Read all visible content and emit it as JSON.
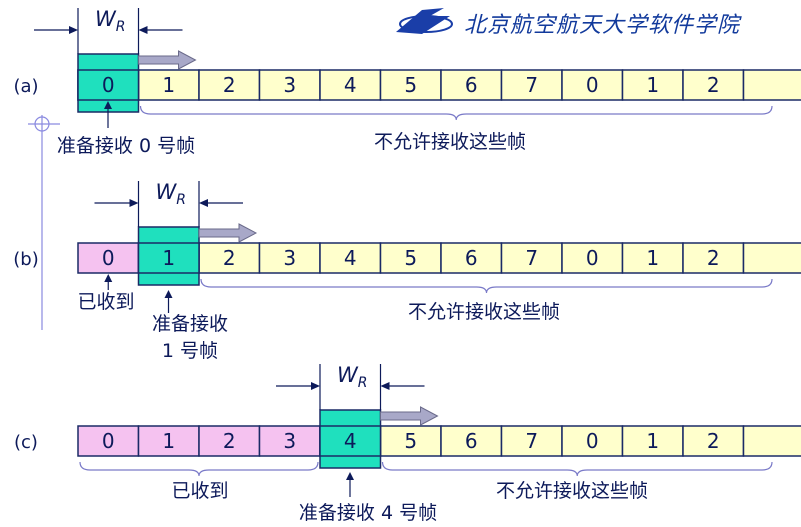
{
  "header": {
    "title": "北京航空航天大学软件学院",
    "logo_icon": "buaa-logo-icon"
  },
  "colors": {
    "received": "#f5c2f0",
    "current": "#1fe0be",
    "not_allowed": "#ffffcc",
    "border": "#1a2a66",
    "text": "#0d1a5a",
    "arrow": "#a8a8c8",
    "guide": "#8a8ae0"
  },
  "window_label": {
    "main": "W",
    "sub": "R"
  },
  "rows": [
    {
      "label": "(a)",
      "frames": [
        "0",
        "1",
        "2",
        "3",
        "4",
        "5",
        "6",
        "7",
        "0",
        "1",
        "2"
      ],
      "received_count": 0,
      "current_index": 0,
      "caption_received": "",
      "caption_current": "准备接收 0 号帧",
      "caption_not_allowed": "不允许接收这些帧"
    },
    {
      "label": "(b)",
      "frames": [
        "0",
        "1",
        "2",
        "3",
        "4",
        "5",
        "6",
        "7",
        "0",
        "1",
        "2"
      ],
      "received_count": 1,
      "current_index": 1,
      "caption_received": "已收到",
      "caption_current_line1": "准备接收",
      "caption_current_line2": "1 号帧",
      "caption_not_allowed": "不允许接收这些帧"
    },
    {
      "label": "(c)",
      "frames": [
        "0",
        "1",
        "2",
        "3",
        "4",
        "5",
        "6",
        "7",
        "0",
        "1",
        "2"
      ],
      "received_count": 4,
      "current_index": 4,
      "caption_received": "已收到",
      "caption_current": "准备接收 4 号帧",
      "caption_not_allowed": "不允许接收这些帧"
    }
  ]
}
